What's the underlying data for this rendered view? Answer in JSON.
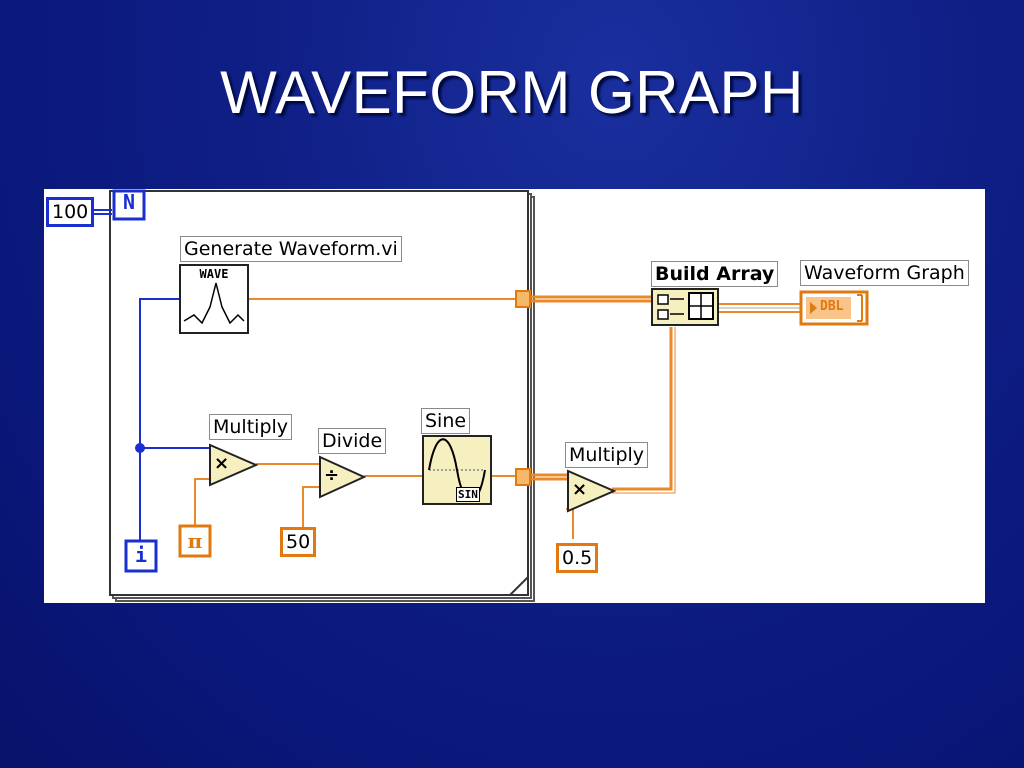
{
  "slide": {
    "title": "WAVEFORM GRAPH"
  },
  "diagram": {
    "loop": {
      "count_constant": "100",
      "count_terminal": "N",
      "iteration_terminal": "i"
    },
    "nodes": {
      "generate_waveform": {
        "label": "Generate Waveform.vi",
        "icon_text": "WAVE"
      },
      "multiply_inner": {
        "label": "Multiply",
        "symbol": "×"
      },
      "divide": {
        "label": "Divide",
        "symbol": "÷"
      },
      "sine": {
        "label": "Sine",
        "icon_text": "SIN"
      },
      "multiply_outer": {
        "label": "Multiply",
        "symbol": "×"
      },
      "build_array": {
        "label": "Build Array"
      },
      "waveform_graph": {
        "label": "Waveform Graph",
        "icon_text": "DBL"
      }
    },
    "constants": {
      "pi": "π",
      "divisor": "50",
      "scale": "0.5"
    },
    "colors": {
      "wire_orange": "#e8892a",
      "wire_blue": "#1a2fd0",
      "node_fill": "#f6efc0"
    }
  }
}
